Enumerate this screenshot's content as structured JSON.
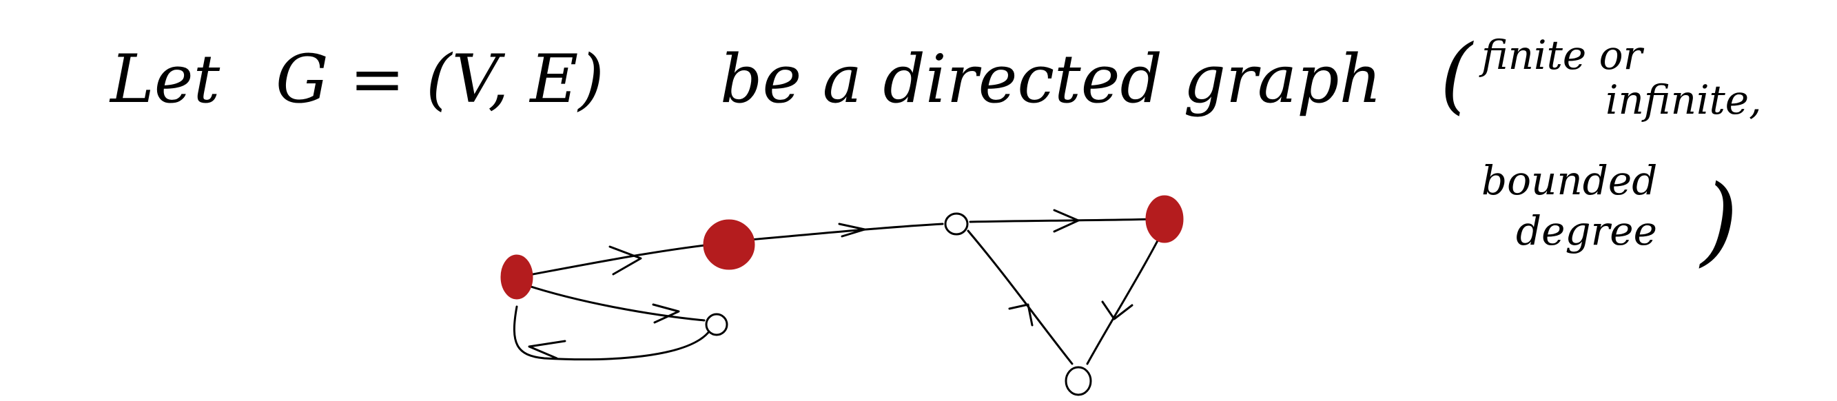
{
  "note": {
    "line1_lead": "Let",
    "graph_notation": "G = (V, E)",
    "line1_rest": "be a directed graph",
    "paren_open": "(",
    "cond_1": "finite or",
    "cond_2": "infinite,",
    "cond_3": "bounded",
    "cond_4": "degree",
    "paren_close": ")"
  },
  "colors": {
    "ink": "#000000",
    "highlighted_node": "#b41c1e",
    "background": "#ffffff"
  },
  "graph": {
    "directed": true,
    "nodes": [
      {
        "id": "a",
        "highlighted": true
      },
      {
        "id": "b",
        "highlighted": true
      },
      {
        "id": "c",
        "highlighted": false
      },
      {
        "id": "d",
        "highlighted": false
      },
      {
        "id": "e",
        "highlighted": true
      },
      {
        "id": "f",
        "highlighted": false
      }
    ],
    "edges": [
      {
        "from": "a",
        "to": "b"
      },
      {
        "from": "b",
        "to": "c"
      },
      {
        "from": "c",
        "to": "e"
      },
      {
        "from": "a",
        "to": "d"
      },
      {
        "from": "d",
        "to": "a"
      },
      {
        "from": "e",
        "to": "f"
      },
      {
        "from": "f",
        "to": "c"
      }
    ]
  }
}
